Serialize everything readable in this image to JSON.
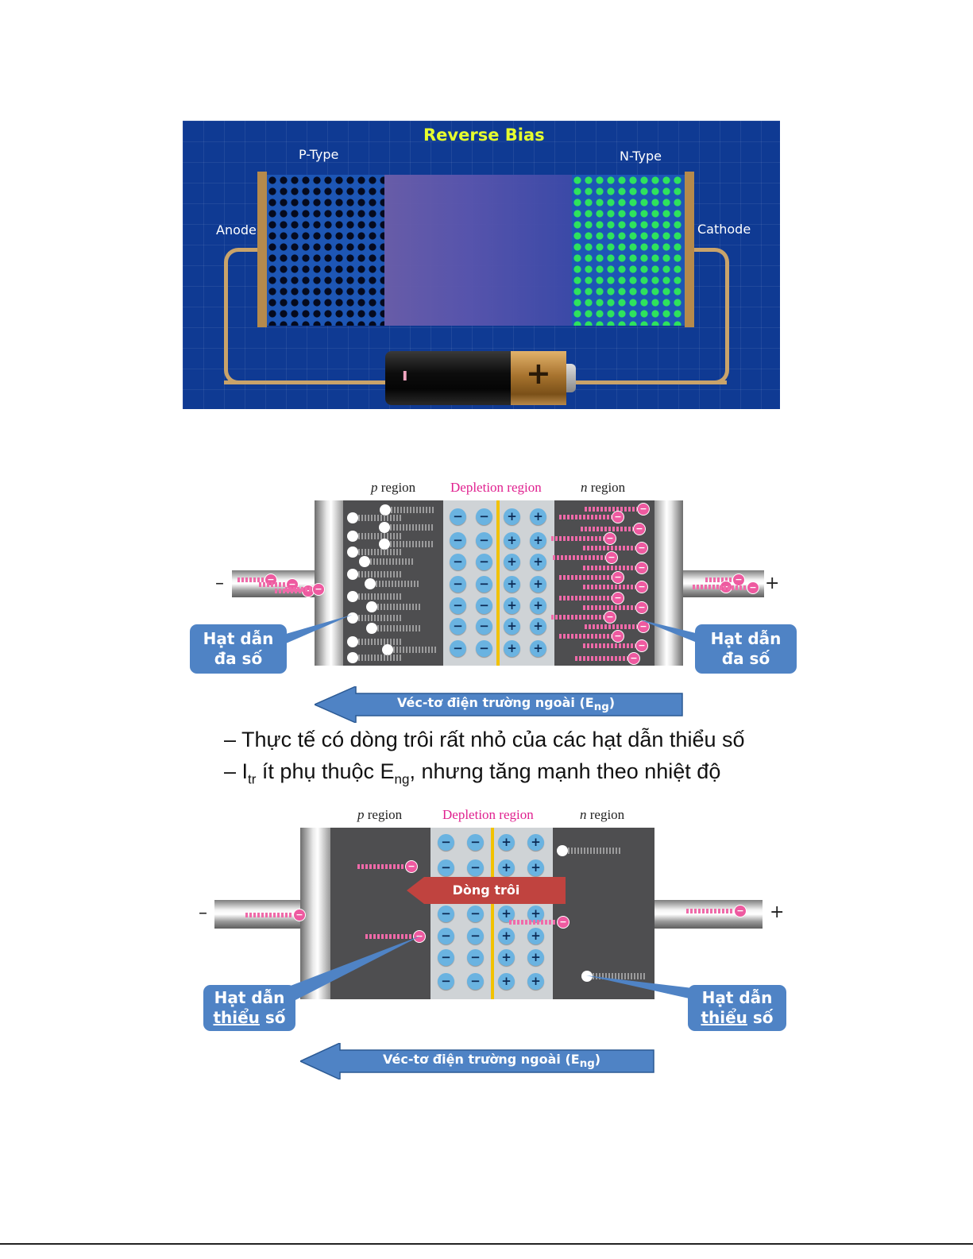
{
  "top_figure": {
    "title": "Reverse Bias",
    "p_type_label": "P-Type",
    "n_type_label": "N-Type",
    "anode_label": "Anode",
    "cathode_label": "Cathode",
    "battery_minus": "ı",
    "battery_plus": "+"
  },
  "diagram1": {
    "p_region": "region",
    "p_letter": "p",
    "depletion": "Depletion region",
    "n_region": "region",
    "n_letter": "n",
    "minus_sign": "–",
    "plus_sign": "+",
    "callout_left_l1": "Hạt dẫn",
    "callout_left_l2": "đa số",
    "callout_right_l1": "Hạt dẫn",
    "callout_right_l2": "đa số",
    "arrow_text": "Véc-tơ điện trường ngoài (E",
    "arrow_sub": "ng",
    "arrow_close": ")"
  },
  "bullets": {
    "line1": "– Thực tế có dòng trôi rất nhỏ của các hạt dẫn thiểu số",
    "line2_a": "– I",
    "line2_sub1": "tr",
    "line2_b": " ít phụ thuộc E",
    "line2_sub2": "ng",
    "line2_c": ", nhưng tăng mạnh theo nhiệt độ"
  },
  "diagram2": {
    "p_region": "region",
    "p_letter": "p",
    "depletion": "Depletion region",
    "n_region": "region",
    "n_letter": "n",
    "minus_sign": "–",
    "plus_sign": "+",
    "drift_label": "Dòng trôi",
    "callout_left_l1": "Hạt dẫn",
    "callout_left_u": "thiểu",
    "callout_left_l2": " số",
    "callout_right_l1": "Hạt dẫn",
    "callout_right_u": "thiểu",
    "callout_right_l2": " số",
    "arrow_text": "Véc-tơ điện trường ngoài (E",
    "arrow_sub": "ng",
    "arrow_close": ")"
  },
  "colors": {
    "blueprint": "#0f3a93",
    "callout": "#4f83c5",
    "arrow": "#4f83c5",
    "drift": "#c0433f",
    "depletion_label": "#e0208f",
    "ion": "#6ab3e1",
    "electron": "#ee5aa0"
  }
}
